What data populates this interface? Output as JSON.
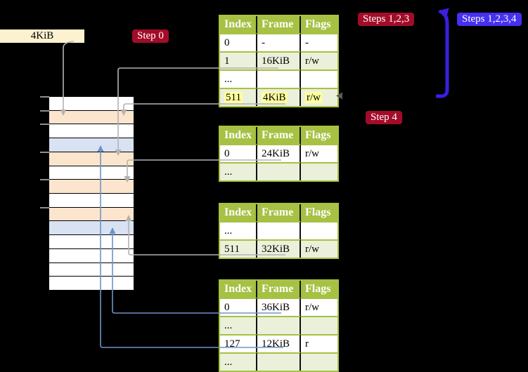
{
  "frame_label": "4KiB",
  "badges": {
    "step0": "Step 0",
    "steps123": "Steps 1,2,3",
    "steps1234": "Steps 1,2,3,4",
    "step4": "Step 4"
  },
  "memory_column": {
    "rows": [
      "white",
      "peach",
      "white",
      "blue",
      "peach",
      "white",
      "peach",
      "white",
      "peach",
      "blue",
      "white",
      "white",
      "white",
      "white"
    ]
  },
  "page_tables": [
    {
      "headers": [
        "Index",
        "Frame",
        "Flags"
      ],
      "rows": [
        {
          "cells": [
            "0",
            "-",
            "-"
          ]
        },
        {
          "cells": [
            "1",
            "16KiB",
            "r/w"
          ]
        },
        {
          "cells": [
            "...",
            "",
            ""
          ]
        },
        {
          "cells": [
            "511",
            "4KiB",
            "r/w"
          ],
          "highlighted": true
        }
      ]
    },
    {
      "headers": [
        "Index",
        "Frame",
        "Flags"
      ],
      "rows": [
        {
          "cells": [
            "0",
            "24KiB",
            "r/w"
          ]
        },
        {
          "cells": [
            "...",
            "",
            ""
          ]
        }
      ]
    },
    {
      "headers": [
        "Index",
        "Frame",
        "Flags"
      ],
      "rows": [
        {
          "cells": [
            "...",
            "",
            ""
          ]
        },
        {
          "cells": [
            "511",
            "32KiB",
            "r/w"
          ]
        }
      ]
    },
    {
      "headers": [
        "Index",
        "Frame",
        "Flags"
      ],
      "rows": [
        {
          "cells": [
            "0",
            "36KiB",
            "r/w"
          ]
        },
        {
          "cells": [
            "...",
            "",
            ""
          ]
        },
        {
          "cells": [
            "127",
            "12KiB",
            "r"
          ]
        },
        {
          "cells": [
            "...",
            "",
            ""
          ]
        }
      ]
    }
  ],
  "colors": {
    "badge_red": "#a30c28",
    "badge_blue": "#4630f2",
    "arrow_gray": "#b3b3b3",
    "arrow_blue": "#6e93c5",
    "arrow_blue_thick": "#3a1fe0",
    "table_green": "#a6c143",
    "row_shade": "#ebf0da",
    "highlight_yellow": "#ffff9e",
    "mem_peach": "#fce5cd",
    "mem_blue": "#d9e2f3",
    "label_cream": "#fdf2d0",
    "tick_gray": "#8f8f8f"
  }
}
